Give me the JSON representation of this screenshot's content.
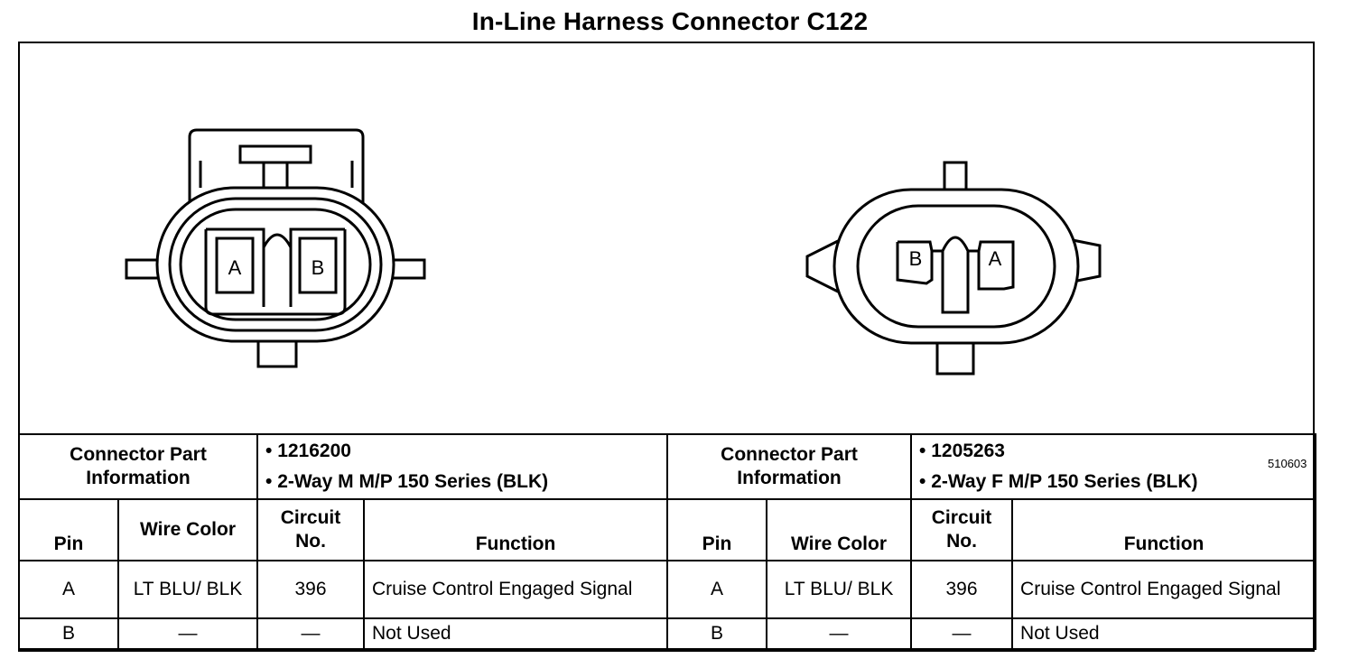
{
  "title": "In-Line Harness Connector C122",
  "figure_id": "510603",
  "left_connector": {
    "pin_labels": [
      "A",
      "B"
    ],
    "part_info_label": "Connector Part Information",
    "part_number": "1216200",
    "description": "2-Way M M/P 150 Series (BLK)",
    "col_pin": "Pin",
    "col_wire_color": "Wire Color",
    "col_circuit": "Circuit No.",
    "col_function": "Function",
    "rows": [
      {
        "pin": "A",
        "wire_color": "LT BLU/ BLK",
        "circuit": "396",
        "function": "Cruise Control Engaged Signal"
      },
      {
        "pin": "B",
        "wire_color": "—",
        "circuit": "—",
        "function": "Not Used"
      }
    ]
  },
  "right_connector": {
    "pin_labels": [
      "B",
      "A"
    ],
    "part_info_label": "Connector Part Information",
    "part_number": "1205263",
    "description": "2-Way F M/P 150 Series (BLK)",
    "col_pin": "Pin",
    "col_wire_color": "Wire Color",
    "col_circuit": "Circuit No.",
    "col_function": "Function",
    "rows": [
      {
        "pin": "A",
        "wire_color": "LT BLU/ BLK",
        "circuit": "396",
        "function": "Cruise Control Engaged Signal"
      },
      {
        "pin": "B",
        "wire_color": "—",
        "circuit": "—",
        "function": "Not Used"
      }
    ]
  }
}
